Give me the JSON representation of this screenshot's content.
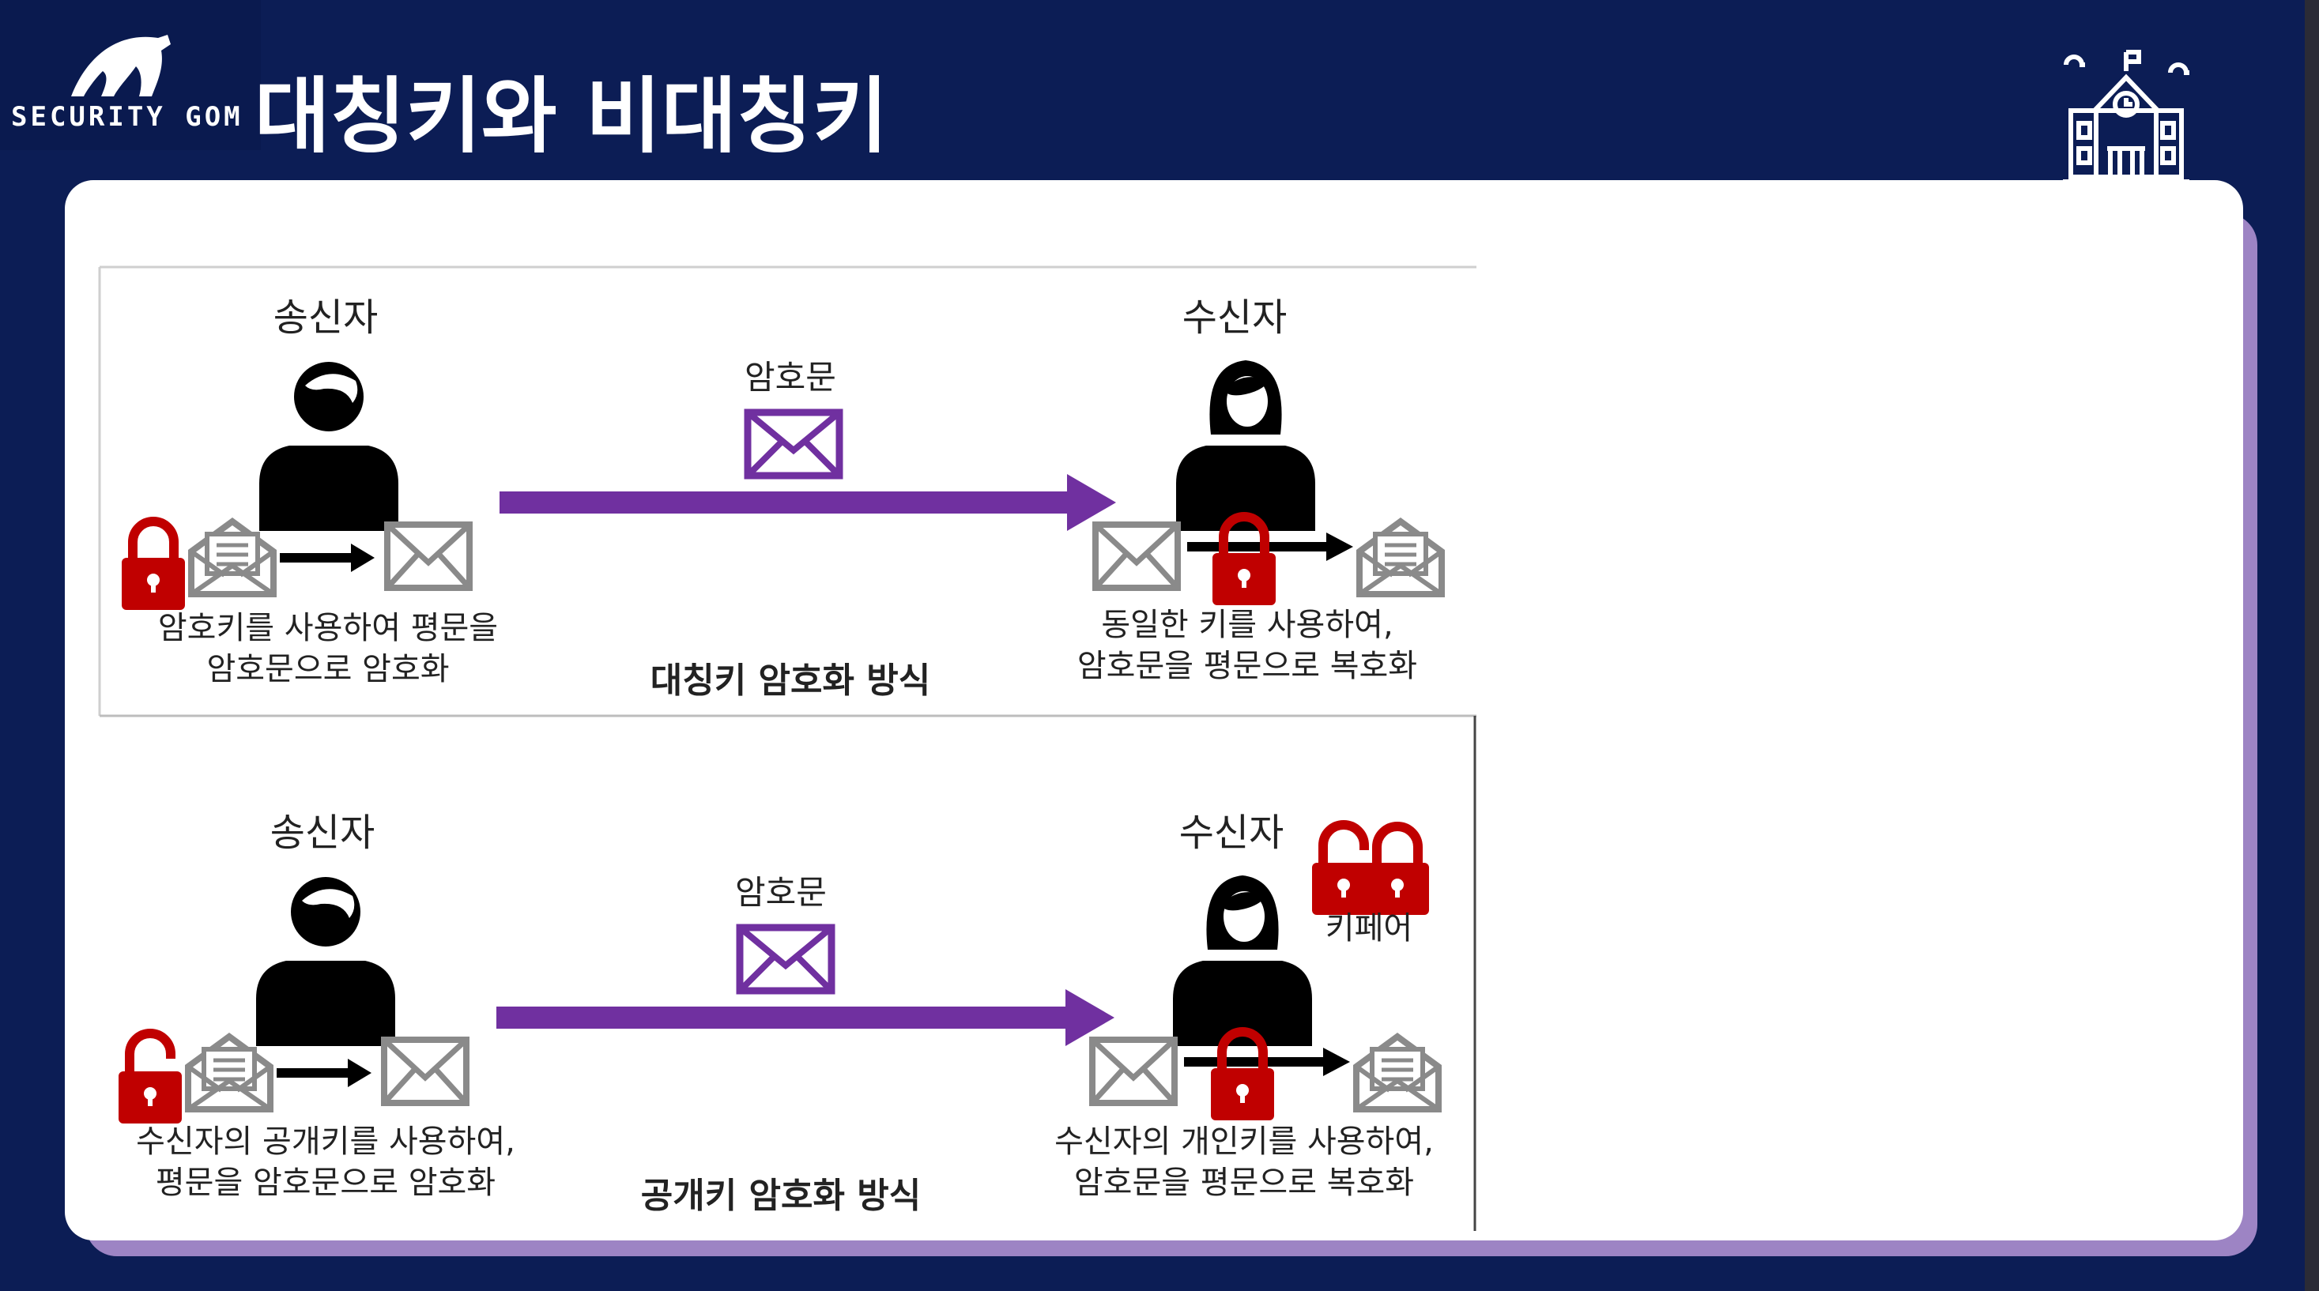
{
  "header": {
    "logo_text": "SECURITY GOM",
    "title": "대칭키와 비대칭키"
  },
  "icons": {
    "logo": "polar-bear-logo",
    "top_right": "school-building-icon"
  },
  "colors": {
    "background": "#0c1d55",
    "arrow": "#7030a0",
    "lock": "#c00000",
    "card_shadow": "#9d84c4"
  },
  "symmetric": {
    "sender": "송신자",
    "receiver": "수신자",
    "ciphertext": "암호문",
    "sender_caption_1": "암호키를 사용하여 평문을",
    "sender_caption_2": "암호문으로 암호화",
    "receiver_caption_1": "동일한 키를 사용하여,",
    "receiver_caption_2": "암호문을 평문으로 복호화",
    "method": "대칭키 암호화 방식"
  },
  "public_key": {
    "sender": "송신자",
    "receiver": "수신자",
    "ciphertext": "암호문",
    "key_pair": "키페어",
    "sender_caption_1": "수신자의 공개키를 사용하여,",
    "sender_caption_2": "평문을 암호문으로 암호화",
    "receiver_caption_1": "수신자의 개인키를 사용하여,",
    "receiver_caption_2": "암호문을 평문으로 복호화",
    "method": "공개키 암호화 방식"
  }
}
